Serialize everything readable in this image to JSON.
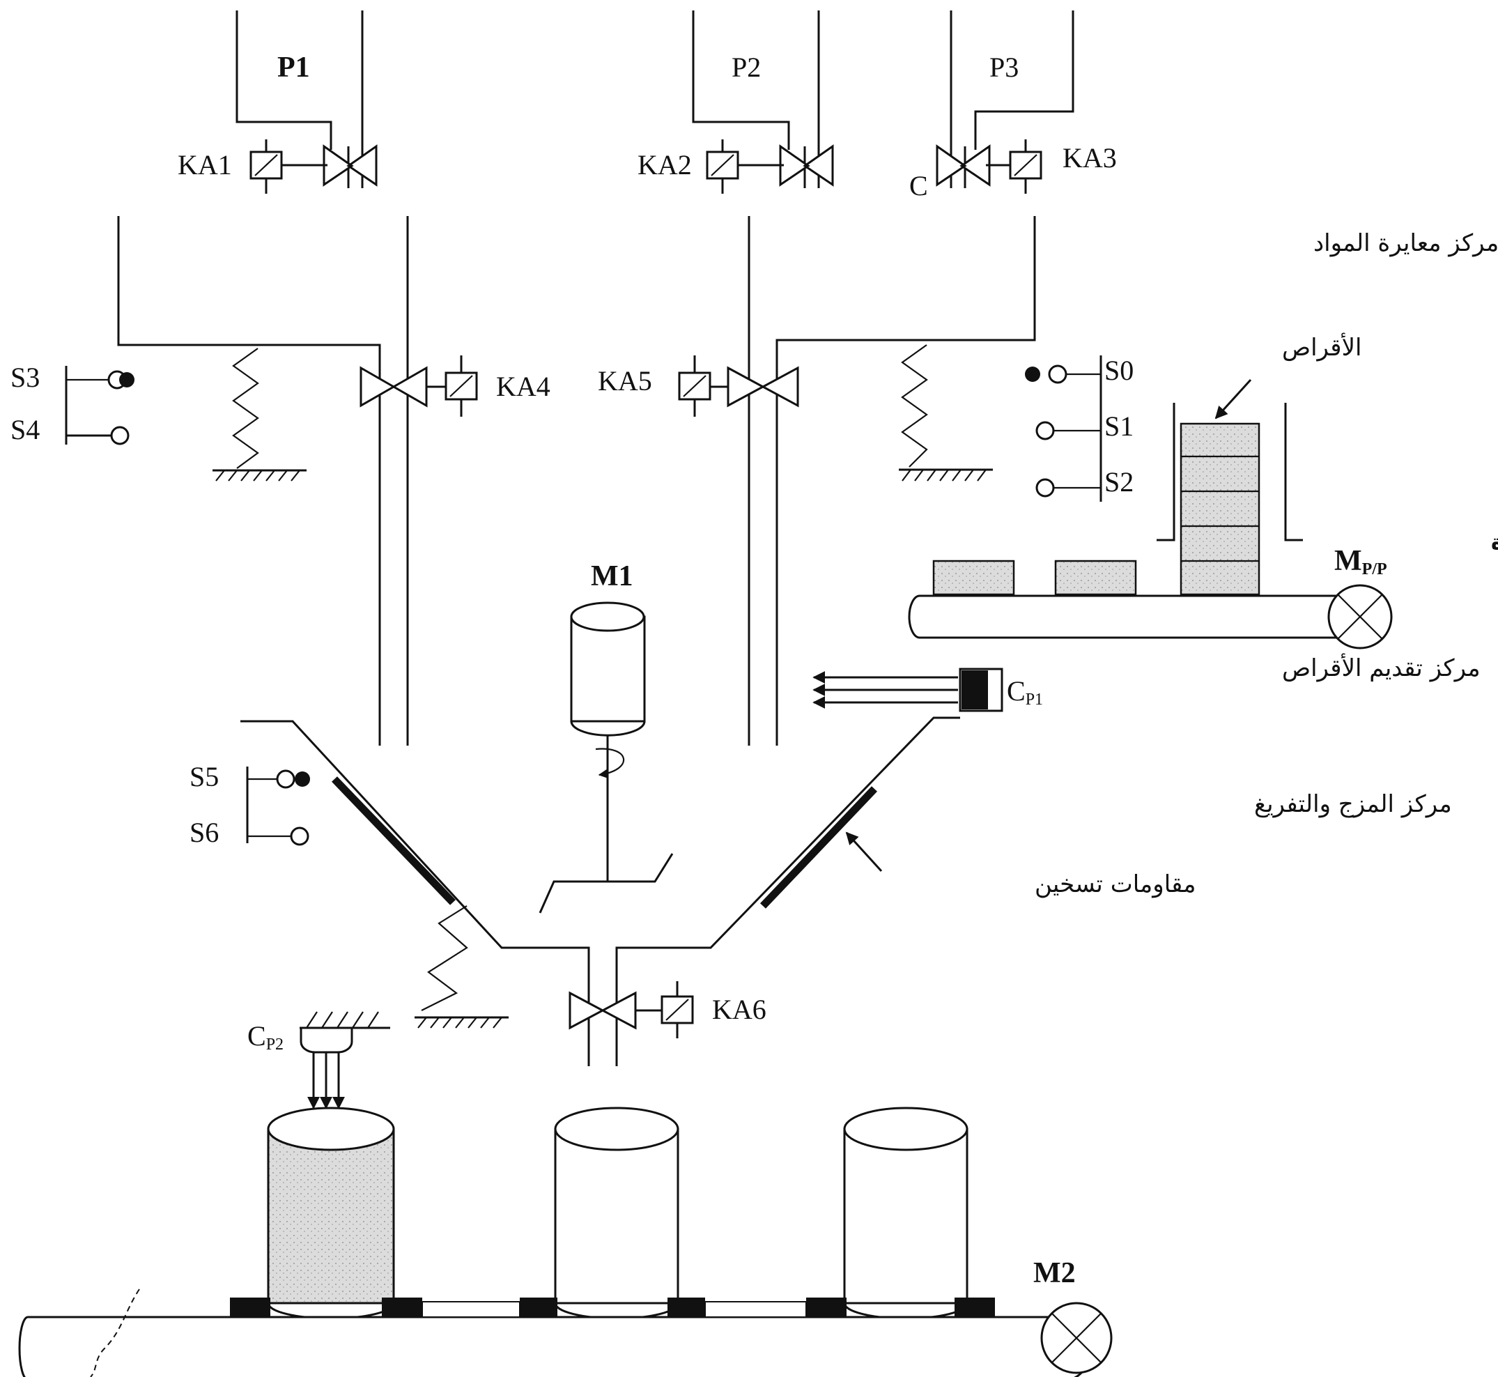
{
  "tanks": {
    "p1": "P1",
    "p2": "P2",
    "p3": "P3"
  },
  "valves": {
    "ka1": "KA1",
    "ka2": "KA2",
    "ka3": "KA3",
    "ka4": "KA4",
    "ka5": "KA5",
    "ka6": "KA6",
    "c_mark": "C"
  },
  "sensors": {
    "s0": "S0",
    "s1": "S1",
    "s2": "S2",
    "s3": "S3",
    "s4": "S4",
    "s5": "S5",
    "s6": "S6"
  },
  "motors": {
    "m1": "M1",
    "m2": "M2",
    "mpp_main": "M",
    "mpp_sub": "P/P"
  },
  "cylinders": {
    "cp1_main": "C",
    "cp1_sub": "P1",
    "cp2_main": "C",
    "cp2_sub": "P2"
  },
  "labels": {
    "dosing_center": "مركز معايرة المواد",
    "tablets": "الأقراص",
    "stepper_motor": "محرك خطوة/خطوة",
    "tablet_feed_center": "مركز تقديم الأقراص",
    "mixing_center": "مركز المزج والتفريغ",
    "heating_resistors": "مقاومات تسخين"
  }
}
